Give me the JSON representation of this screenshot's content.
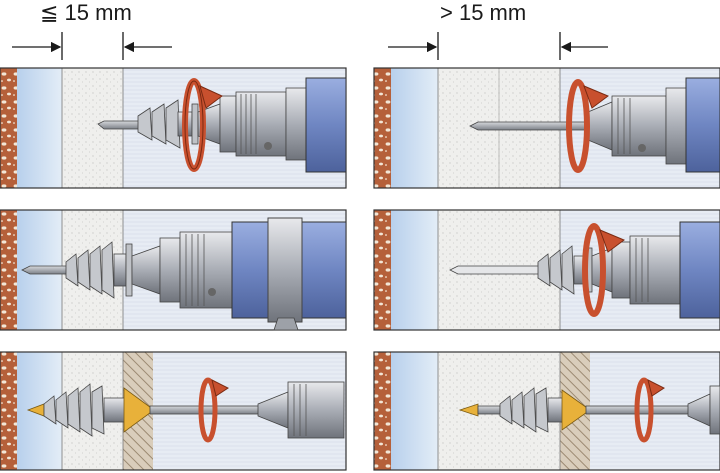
{
  "header": {
    "left_label": "≦ 15 mm",
    "right_label": "> 15 mm"
  },
  "colors": {
    "brick": "#b5603a",
    "wall_blue": "#cfe0f2",
    "board": "#eeeeec",
    "drill_blue": "#6f86c2",
    "metal": "#b9bcc2",
    "arrow_red": "#c8502e",
    "wood_hatch": "#b9a890",
    "tip_yellow": "#e8b13a",
    "frame": "#333333"
  },
  "panels": [
    {
      "column": "left",
      "row": 1,
      "step": "drilling-into-board"
    },
    {
      "column": "left",
      "row": 2,
      "step": "anchor-seated"
    },
    {
      "column": "left",
      "row": 3,
      "step": "screw-driven-through"
    },
    {
      "column": "right",
      "row": 1,
      "step": "drilling-into-board"
    },
    {
      "column": "right",
      "row": 2,
      "step": "anchor-turning-in"
    },
    {
      "column": "right",
      "row": 3,
      "step": "screw-driven-through"
    }
  ]
}
